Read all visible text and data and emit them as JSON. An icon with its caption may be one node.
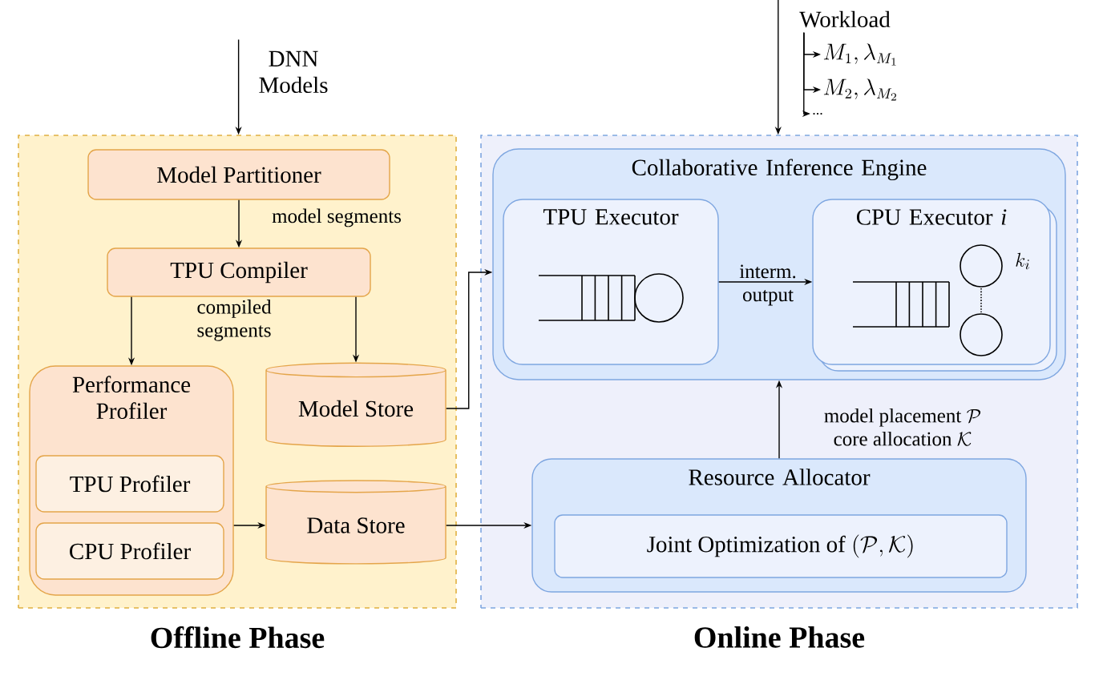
{
  "diagram": {
    "nodes": [
      {
        "text": [
          "Offline Phase"
        ]
      },
      {
        "text": [
          "Online Phase"
        ]
      },
      {
        "text": [
          "DNN Models"
        ]
      },
      {
        "text": [
          "Model Partitioner"
        ],
        "in": 0
      },
      {
        "text": [
          "TPU Compiler"
        ],
        "in": 0
      },
      {
        "text": [
          "Performance Profiler"
        ],
        "in": 0
      },
      {
        "text": [
          "TPU Profiler"
        ],
        "in": 5
      },
      {
        "text": [
          "CPU Profiler"
        ],
        "in": 5
      },
      {
        "text": [
          "Model Store"
        ],
        "in": 0
      },
      {
        "text": [
          "Data Store"
        ],
        "in": 0
      },
      {
        "text": [
          "Workload"
        ]
      },
      {
        "text": [
          "Collaborative Inference Engine"
        ],
        "in": 1
      },
      {
        "text": [
          "TPU Executor"
        ],
        "in": 11
      },
      {
        "text": [
          "CPU Executor *i*",
          "k_i"
        ],
        "in": 11
      },
      {
        "text": [
          "M_1, \\lambda_{M_1}"
        ]
      },
      {
        "text": [
          "M_2, \\lambda_{M_2}"
        ]
      },
      {
        "text": [
          "..."
        ]
      },
      {
        "text": [
          "Resource Allocator"
        ],
        "in": 1
      },
      {
        "text": [
          "\\mbox{Joint Optimization of }(\\mathcal{P}, \\mathcal{K})"
        ],
        "in": 17
      }
    ],
    "edges": [
      {
        "from": 2,
        "to": 0,
        "arrow": "to"
      },
      {
        "from": 3,
        "to": 4,
        "arrow": "to",
        "label": "model segments"
      },
      {
        "from": 4,
        "to": 5,
        "arrow": "to",
        "label": "compiled segments"
      },
      {
        "from": 4,
        "to": 8,
        "arrow": "to"
      },
      {
        "from": 5,
        "to": 9,
        "arrow": "to"
      },
      {
        "from": 8,
        "to": 11,
        "arrow": "to"
      },
      {
        "from": 9,
        "to": 17,
        "arrow": "to"
      },
      {
        "from": 17,
        "to": 11,
        "arrow": "to",
        "label": "\\begin{array}{c}\\mbox{model placement }\\mathcal{P}\\\\ \\mbox{core allocation }\\mathcal{K}\\end{array}"
      },
      {
        "from": 12,
        "to": 13,
        "arrow": "to",
        "label": "interm. output"
      },
      {
        "from": 10,
        "to": 1,
        "arrow": "to"
      },
      {
        "from": 10,
        "to": 14,
        "arrow": "to"
      },
      {
        "from": 10,
        "to": 15,
        "arrow": "to"
      },
      {
        "from": 10,
        "to": 16,
        "arrow": "to"
      }
    ]
  }
}
